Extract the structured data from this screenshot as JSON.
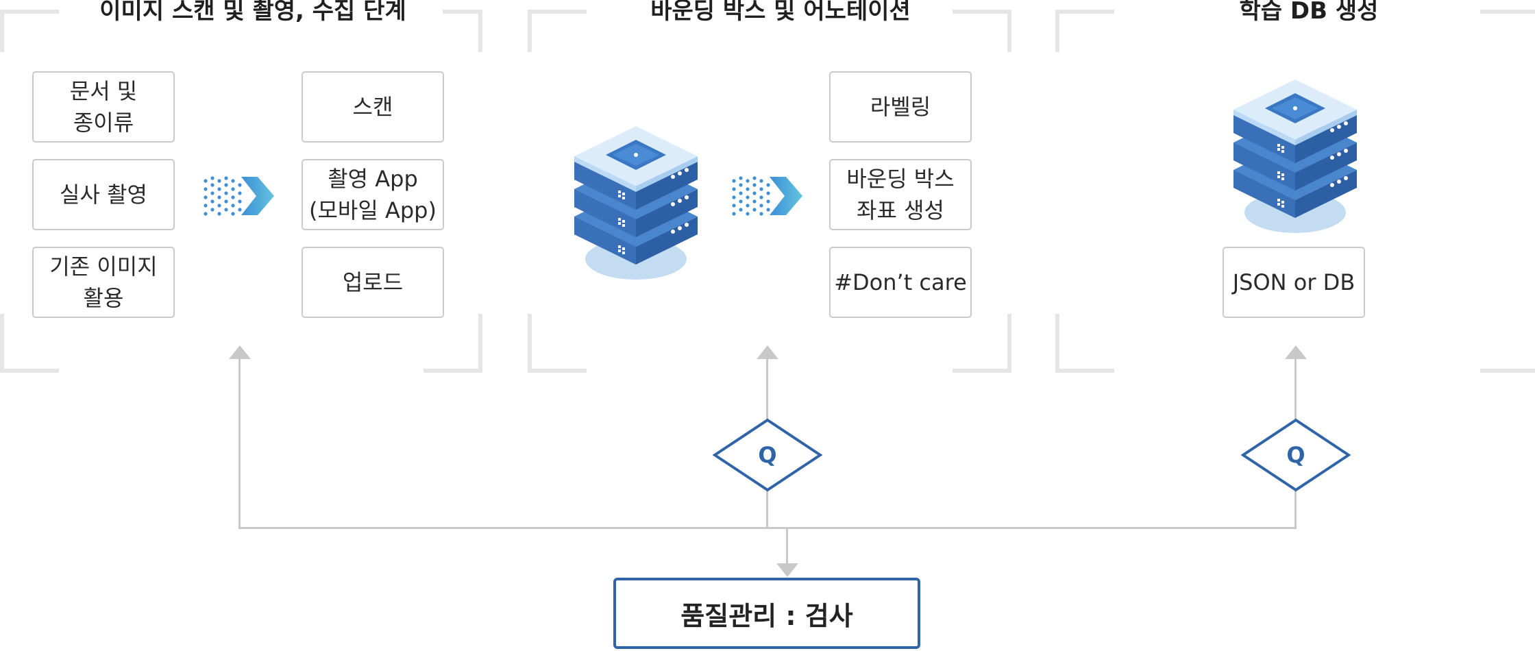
{
  "stages": [
    {
      "title": "이미지 스캔 및 촬영, 수집 단계",
      "left_items": [
        "문서 및\n종이류",
        "실사 촬영",
        "기존 이미지\n활용"
      ],
      "right_items": [
        "스캔",
        "촬영 App\n(모바일 App)",
        "업로드"
      ]
    },
    {
      "title": "바운딩 박스 및 어노테이션",
      "right_items": [
        "라벨링",
        "바운딩 박스\n좌표 생성",
        "#Don’t care"
      ]
    },
    {
      "title": "학습 DB 생성",
      "items": [
        "JSON or DB"
      ]
    }
  ],
  "quality_check": {
    "diamond_label": "Q",
    "box_label": "품질관리 : 검사"
  },
  "colors": {
    "accent": "#2f64a8",
    "server_top": "#bcd9f5",
    "server_body": "#3569b0",
    "arrow_gradient_start": "#3d8fd6",
    "arrow_gradient_end": "#63c3de",
    "bracket": "#e6e6e6",
    "connector": "#c8c8c8"
  }
}
